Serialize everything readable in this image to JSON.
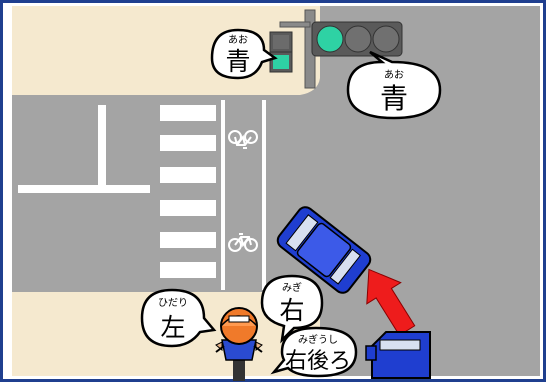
{
  "bubbles": {
    "small_signal": {
      "ruby": "あお",
      "kanji": "青"
    },
    "large_signal": {
      "ruby": "あお",
      "kanji": "青"
    },
    "right": {
      "ruby": "みぎ",
      "kanji": "右"
    },
    "left": {
      "ruby": "ひだり",
      "kanji": "左"
    },
    "right_back": {
      "ruby": "みぎうし",
      "kanji": "右後ろ"
    }
  },
  "signals": {
    "vehicle_signal_lit": "green",
    "pedestrian_signal_lit": "green"
  },
  "colors": {
    "border": "#1f3f8f",
    "sidewalk": "#f5e9cf",
    "road": "#a4a4a4",
    "signal_green": "#2ed2a4",
    "car_blue": "#1f3ed0",
    "arrow_red": "#ee1c1c"
  },
  "icons": [
    "bicycle-icon",
    "bicycle-icon",
    "red-arrow-icon",
    "helmet-child-icon"
  ]
}
